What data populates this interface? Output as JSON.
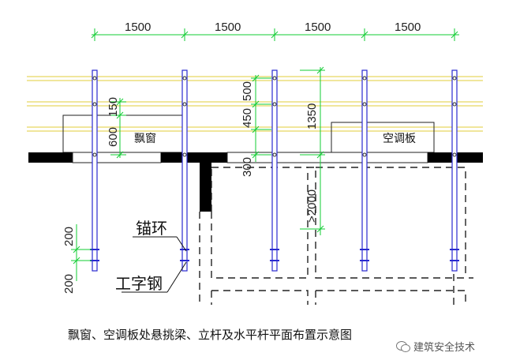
{
  "labels": {
    "top_dims": [
      "1500",
      "1500",
      "1500",
      "1500"
    ],
    "dim_450": "450",
    "dim_500": "500",
    "dim_1350": "1350",
    "dim_600": "600",
    "dim_150": "150",
    "dim_300": "300",
    "dim_2000": ">2000",
    "dim_200_top": "200",
    "dim_200_bottom": "200",
    "bay_window": "飘窗",
    "ac_board": "空调板",
    "anchor_ring": "锚环",
    "i_beam": "工字钢"
  },
  "caption": "飘窗、空调板处悬挑梁、立杆及水平杆平面布置示意图",
  "watermark": "建筑安全技术",
  "colors": {
    "pole": "#2a2ad0",
    "dim_line": "#11cc33",
    "horizontal_bar": "#e8d860",
    "wall": "#000000",
    "outline": "#222222",
    "callout": "#111111"
  }
}
